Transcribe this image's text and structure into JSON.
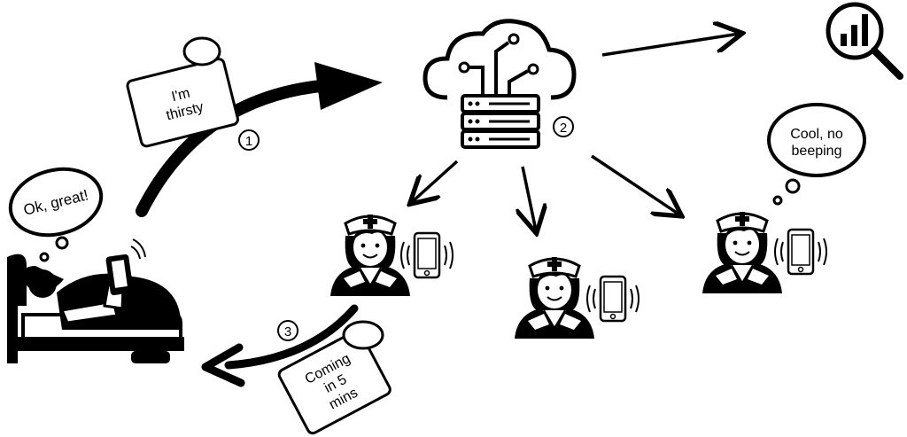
{
  "speech": {
    "patient_request": [
      "I'm",
      "thirsty"
    ],
    "patient_reply": "Ok, great!",
    "nurse_reply": [
      "Coming",
      "in 5",
      "mins"
    ],
    "nurse_thought": [
      "Cool, no",
      "beeping"
    ]
  },
  "steps": {
    "step1": "1",
    "step2": "2",
    "step3": "3"
  },
  "icons": {
    "server": "cloud-server-icon",
    "analytics": "analytics-magnifier-icon",
    "nurse": "nurse-with-phone-icon",
    "patient": "patient-in-bed-icon"
  },
  "colors": {
    "ink": "#000000",
    "paper": "#ffffff"
  }
}
